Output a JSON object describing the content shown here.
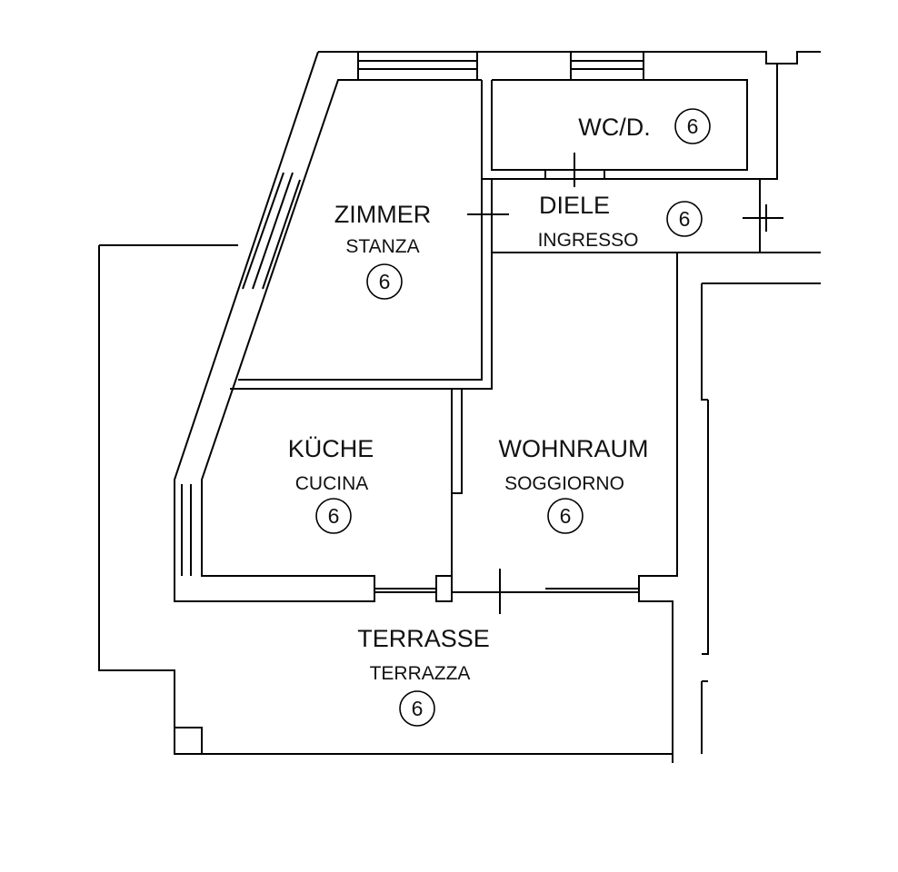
{
  "rooms": {
    "wc": {
      "name": "WC/D.",
      "level": "6"
    },
    "diele": {
      "name": "DIELE",
      "name_it": "INGRESSO",
      "level": "6"
    },
    "zimmer": {
      "name": "ZIMMER",
      "name_it": "STANZA",
      "level": "6"
    },
    "kueche": {
      "name": "KÜCHE",
      "name_it": "CUCINA",
      "level": "6"
    },
    "wohnraum": {
      "name": "WOHNRAUM",
      "name_it": "SOGGIORNO",
      "level": "6"
    },
    "terrasse": {
      "name": "TERRASSE",
      "name_it": "TERRAZZA",
      "level": "6"
    }
  }
}
